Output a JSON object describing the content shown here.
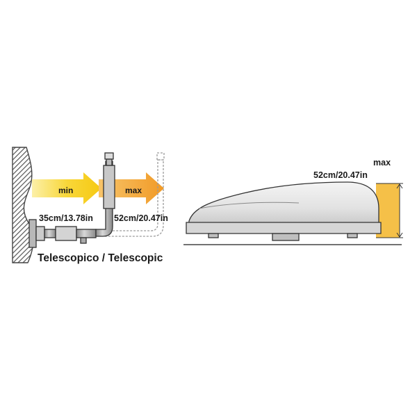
{
  "left_figure": {
    "min_arrow_label": "min",
    "max_arrow_label": "max",
    "min_measure": "35cm/13.78in",
    "max_measure": "52cm/20.47in",
    "caption": "Telescopico / Telescopic"
  },
  "right_figure": {
    "max_label": "max",
    "max_measure": "52cm/20.47in"
  },
  "colors": {
    "min_arrow_yellow": "#f9d21e",
    "max_arrow_orange": "#f2a12b",
    "dimension_fill": "#f5c048",
    "wall_hatch": "#555555",
    "outline": "#333333"
  }
}
